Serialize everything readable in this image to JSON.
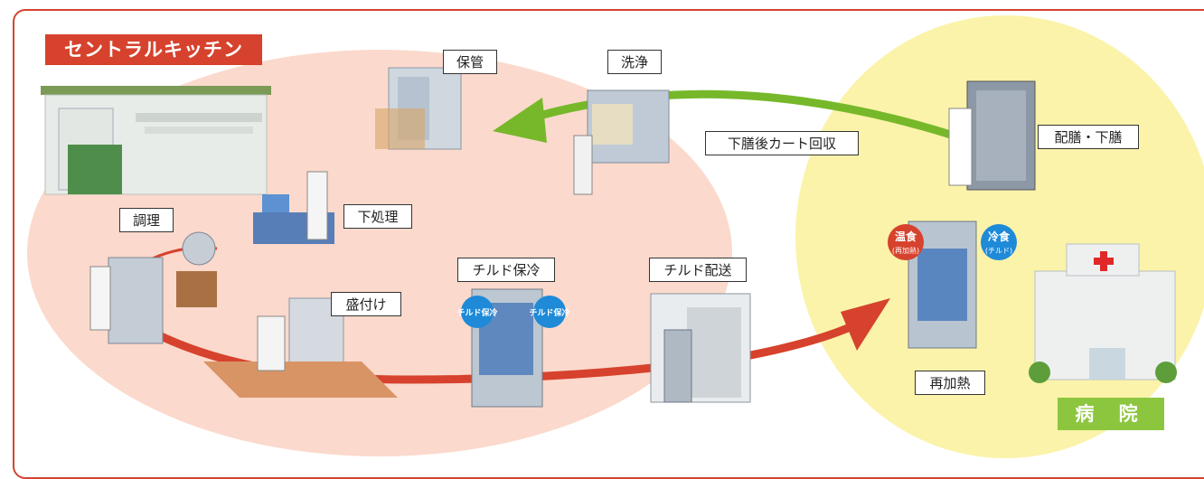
{
  "central_kitchen": {
    "title": "セントラルキッチン"
  },
  "hospital": {
    "title": "病 院"
  },
  "steps": {
    "storage": "保管",
    "washing": "洗浄",
    "cart_collection": "下膳後カート回収",
    "serving": "配膳・下膳",
    "cooking": "調理",
    "preprocessing": "下処理",
    "plating": "盛付け",
    "chilled_storage": "チルド保冷",
    "chilled_delivery": "チルド配送",
    "reheating": "再加熱"
  },
  "cart_badges": {
    "chilled_cooling": "チルド保冷",
    "warm_food": "温食",
    "warm_food_sub": "(再加熱)",
    "cold_food": "冷食",
    "cold_food_sub": "(チルド)"
  },
  "colors": {
    "accent_red": "#d6422d",
    "kitchen_area": "#fbd9cc",
    "hospital_area": "#fbf3a9",
    "green_arrow": "#76b82a",
    "hospital_green": "#8cc63f",
    "badge_blue": "#1e8ad8"
  }
}
